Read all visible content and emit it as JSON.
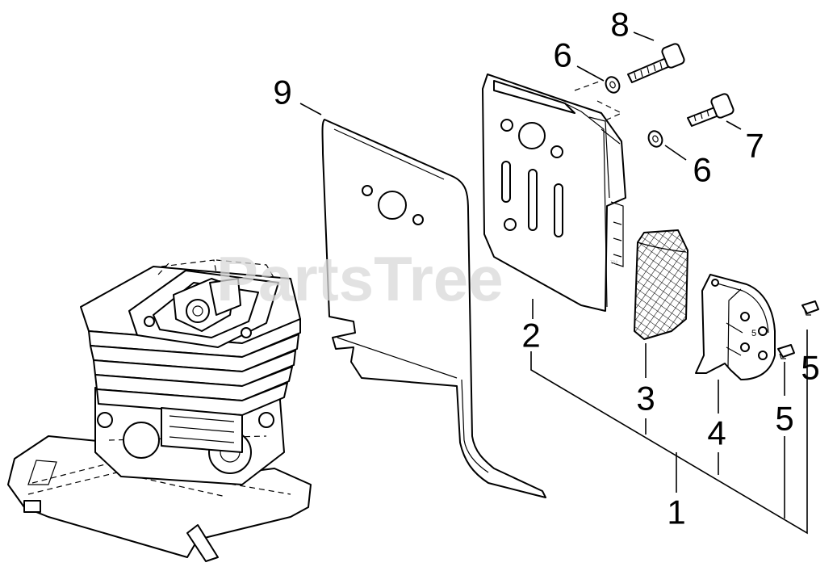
{
  "watermark": {
    "text": "PartsTree",
    "trademark": "™"
  },
  "callouts": [
    {
      "id": "1",
      "label": "1"
    },
    {
      "id": "2",
      "label": "2"
    },
    {
      "id": "3",
      "label": "3"
    },
    {
      "id": "4",
      "label": "4"
    },
    {
      "id": "5a",
      "label": "5"
    },
    {
      "id": "5b",
      "label": "5"
    },
    {
      "id": "6a",
      "label": "6"
    },
    {
      "id": "6b",
      "label": "6"
    },
    {
      "id": "7",
      "label": "7"
    },
    {
      "id": "8",
      "label": "8"
    },
    {
      "id": "9",
      "label": "9"
    }
  ],
  "parts": {
    "muffler_cover_mark": "5"
  },
  "colors": {
    "line": "#000000",
    "background": "#ffffff",
    "watermark": "#d9d9d9"
  }
}
